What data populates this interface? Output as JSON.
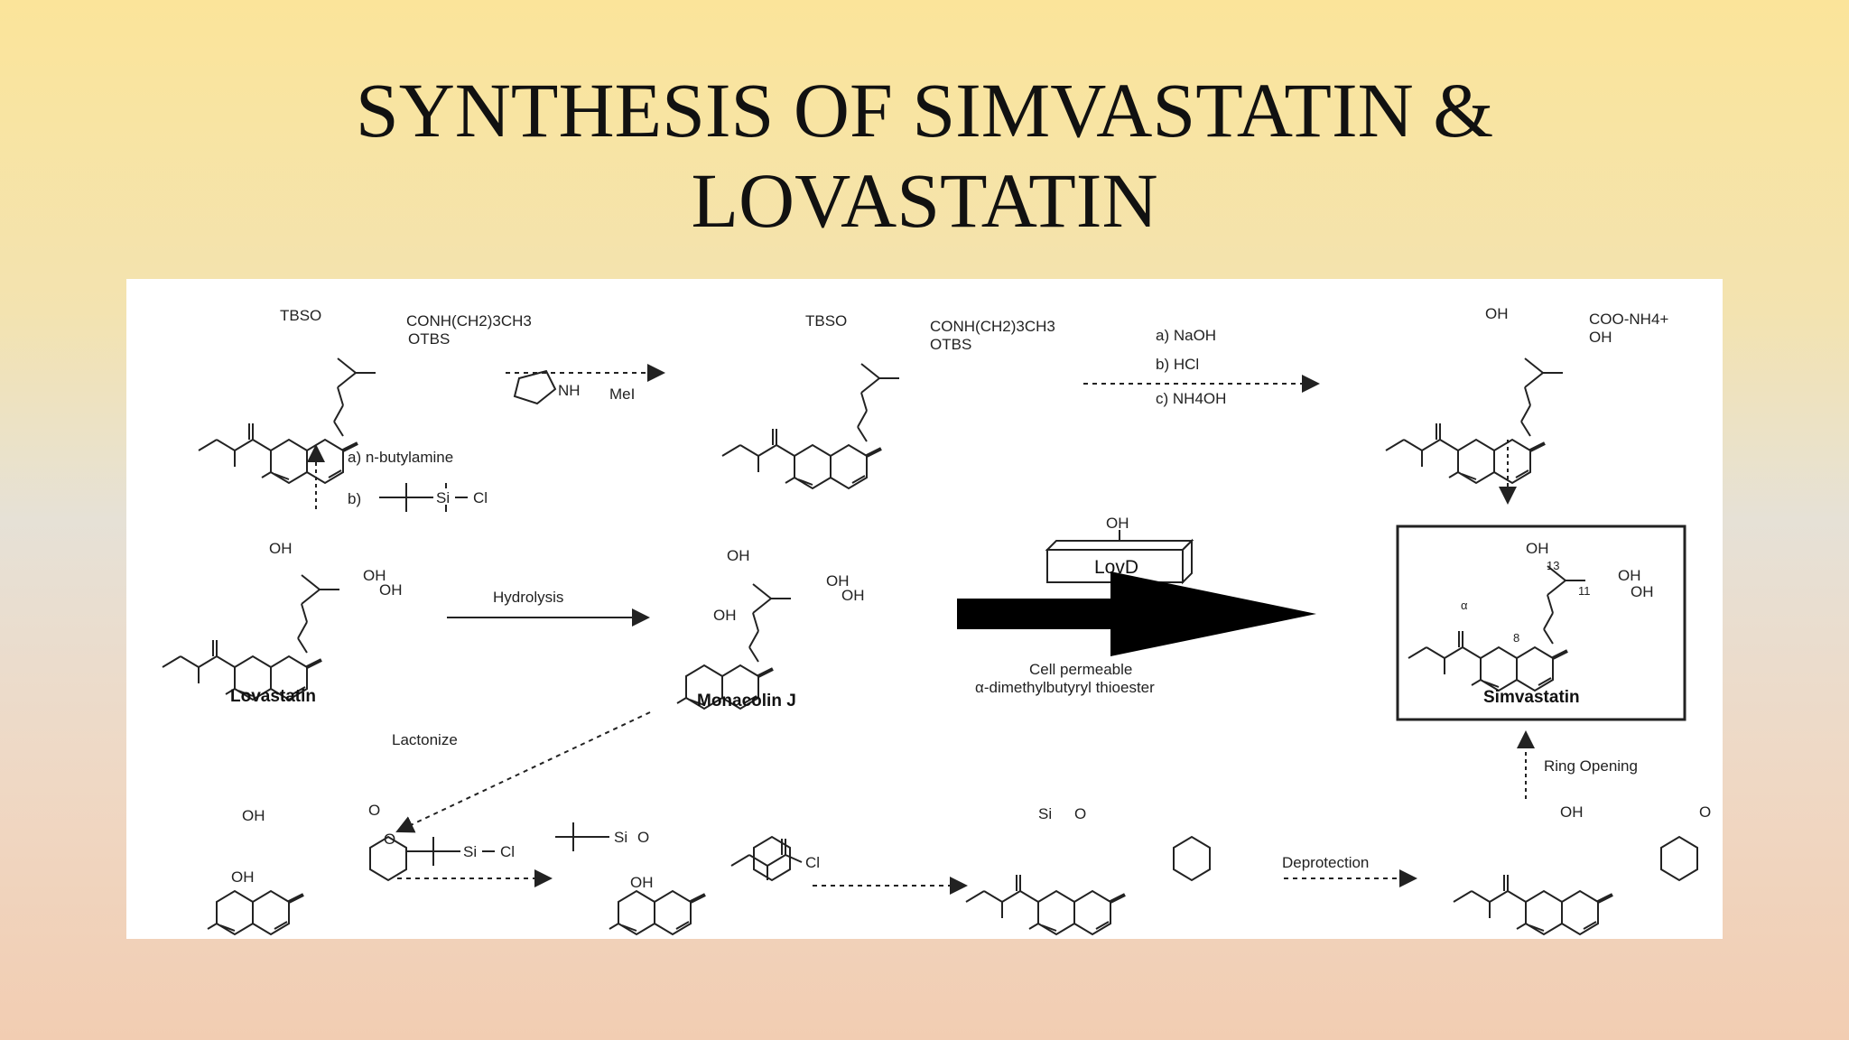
{
  "slide": {
    "title_line1": "SYNTHESIS OF SIMVASTATIN &",
    "title_line2": "LOVASTATIN"
  },
  "scheme": {
    "reagents": {
      "amide_side_chain": "CONH(CH2)3CH3",
      "otbs": "OTBS",
      "tbso": "TBSO",
      "pyrrolidine_nh": "NH",
      "mei": "MeI",
      "step_a_naoh": "a) NaOH",
      "step_b_hcl": "b) HCl",
      "step_c_nh4oh": "c) NH4OH",
      "acid_salt": "COO-NH4+",
      "oh": "OH",
      "step_a_butylamine": "a) n-butylamine",
      "step_b": "b)",
      "si": "Si",
      "cl": "Cl",
      "hydrolysis": "Hydrolysis",
      "lovd": "LovD",
      "cell_permeable_line1": "Cell permeable",
      "cell_permeable_line2": "α-dimethylbutyryl thioester",
      "lactonize": "Lactonize",
      "deprotection": "Deprotection",
      "ring_opening": "Ring Opening",
      "o": "O",
      "num_13": "13",
      "num_11": "11",
      "num_8": "8",
      "alpha": "α"
    },
    "compounds": {
      "lovastatin": "Lovastatin",
      "monacolin_j": "Monacolin J",
      "simvastatin": "Simvastatin"
    }
  }
}
